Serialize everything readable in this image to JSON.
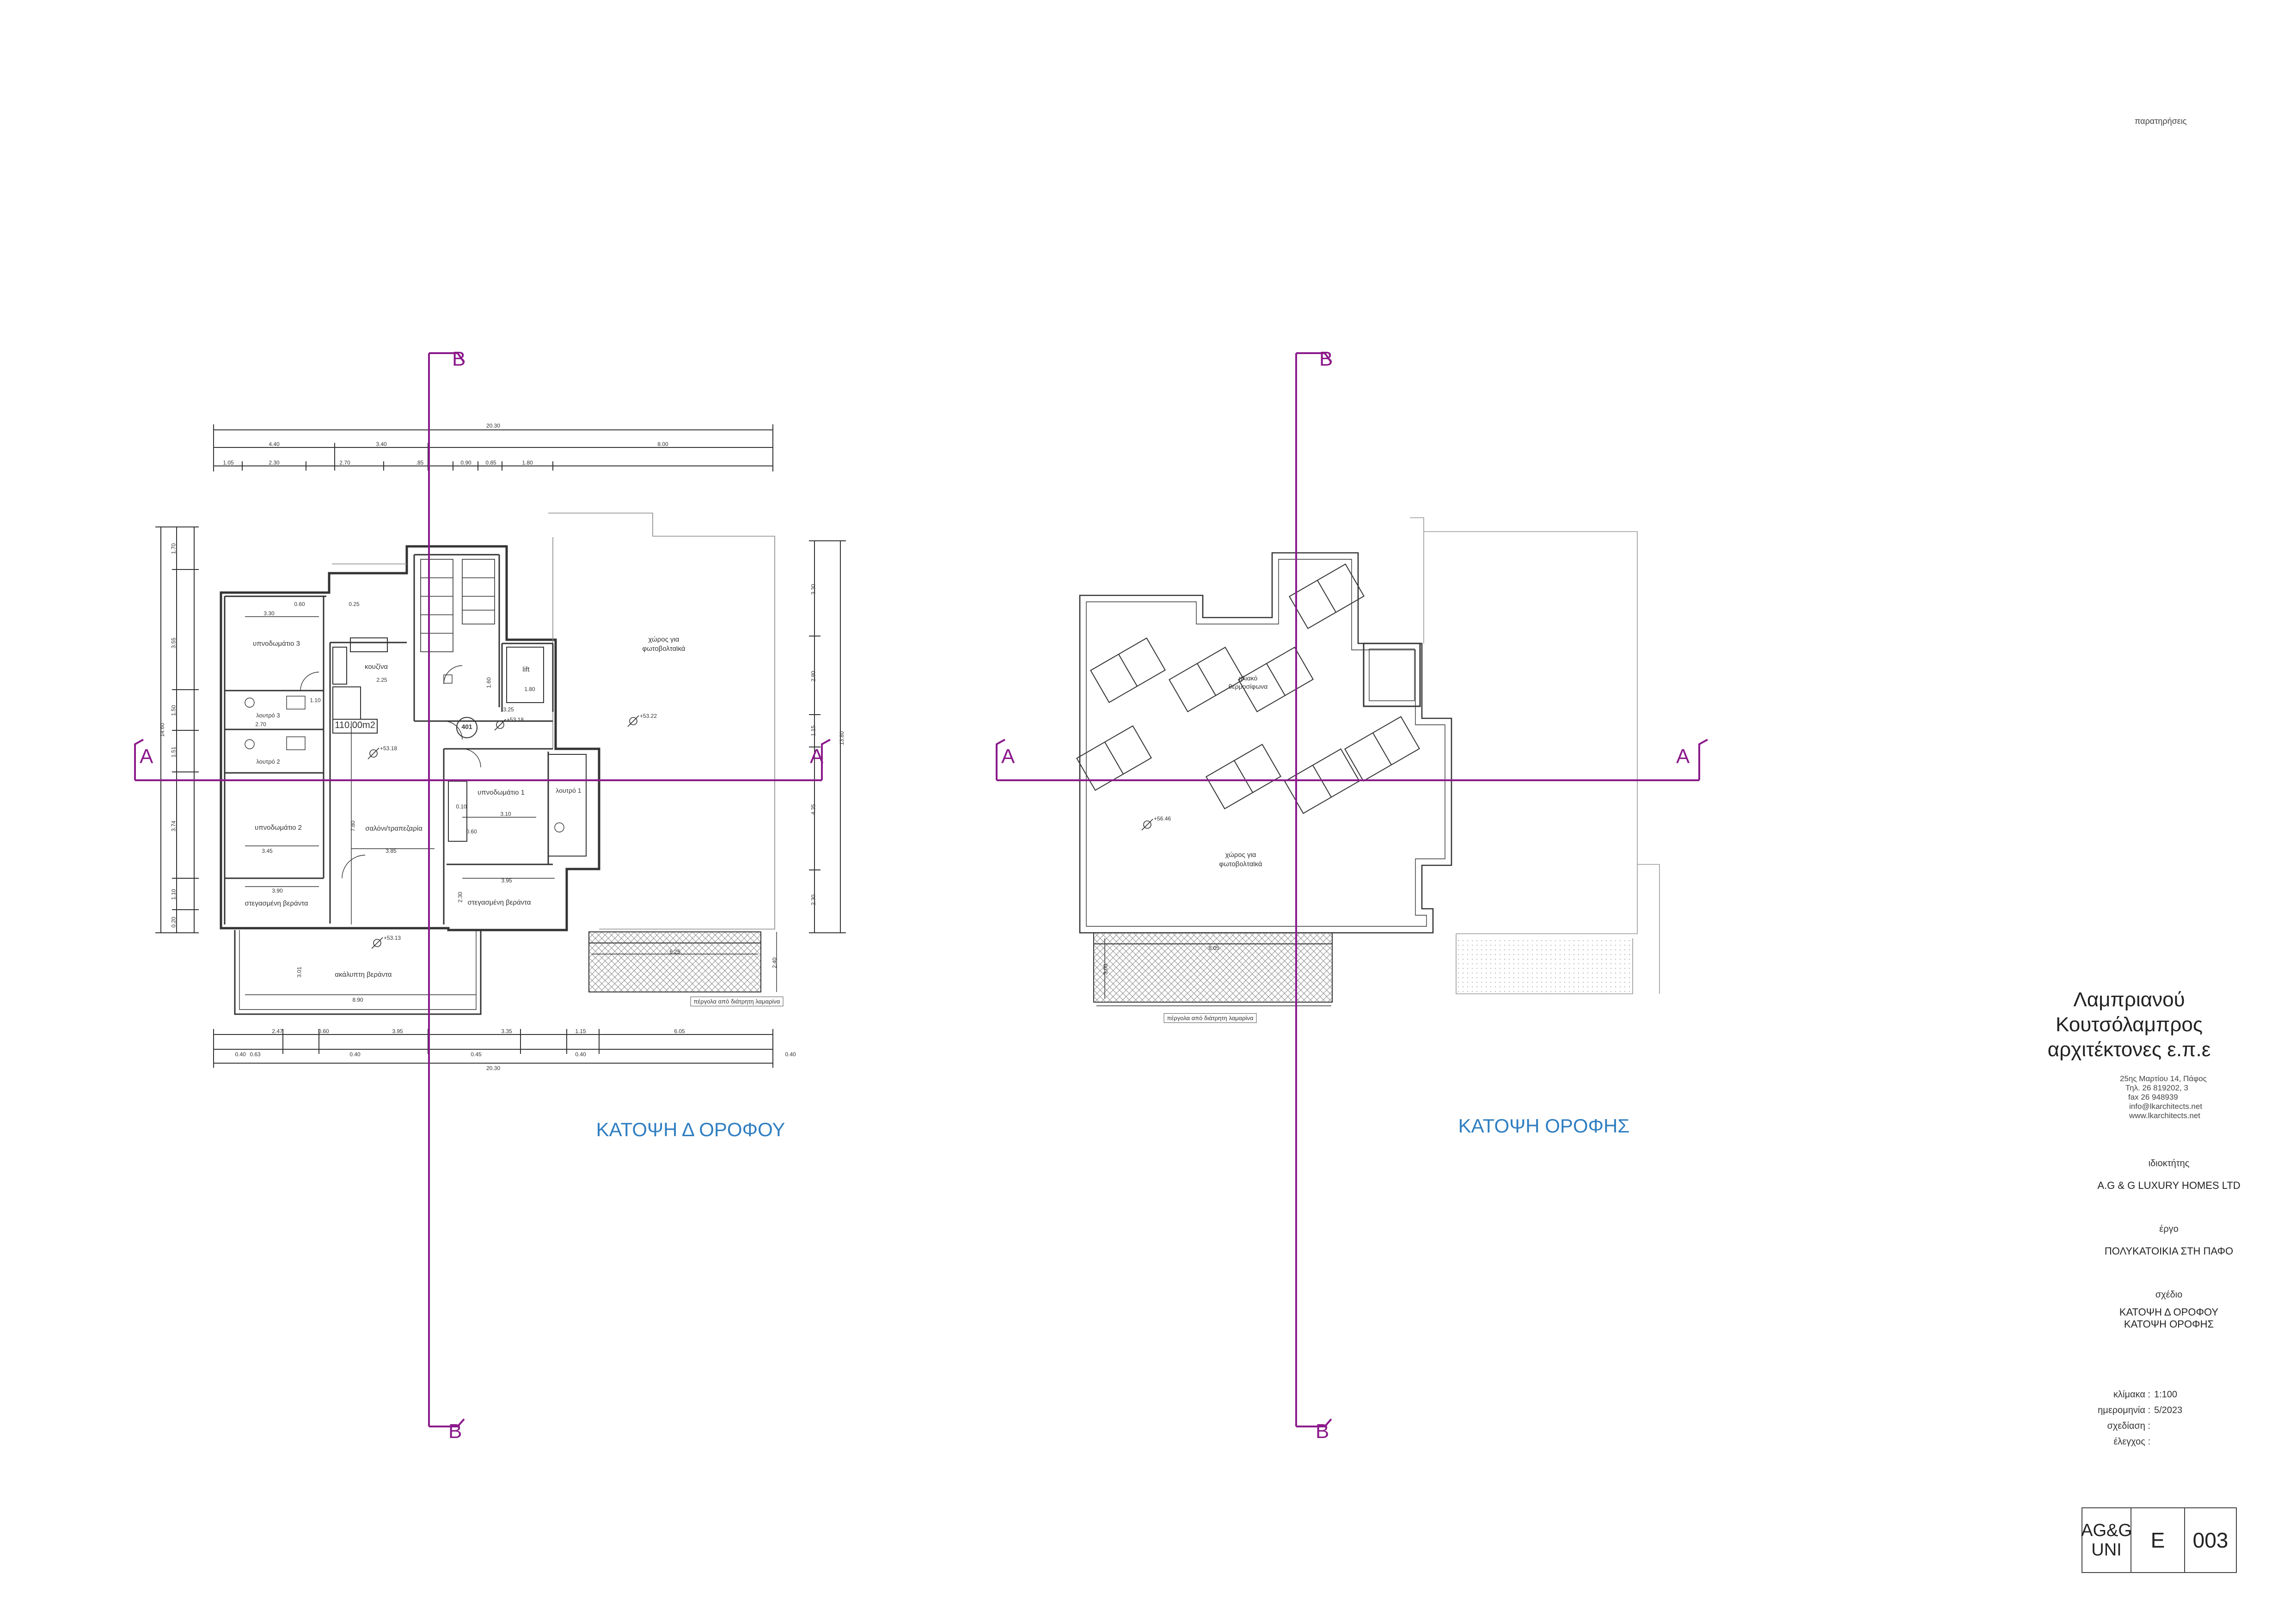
{
  "notes_label": "παρατηρήσεις",
  "plans": {
    "left_title": "ΚΑΤΟΨΗ Δ ΟΡΟΦΟΥ",
    "right_title": "ΚΑΤΟΨΗ ΟΡΟΦΗΣ"
  },
  "section_marks": {
    "a": "A",
    "b": "B"
  },
  "left_rooms": {
    "bedroom3": "υπνοδωμάτιο 3",
    "kitchen": "κουζίνα",
    "wc3": "λουτρό 3",
    "wc2": "λουτρό 2",
    "area": "110.00m2",
    "bedroom2": "υπνοδωμάτιο 2",
    "living": "σαλόνι/τραπεζαρία",
    "veranda_covered_left": "στεγασμένη βεράντα",
    "veranda_open": "ακάλυπτη βεράντα",
    "lift": "lift",
    "flat_no": "401",
    "bedroom1": "υπνοδωμάτιο 1",
    "wc1": "λουτρό 1",
    "veranda_covered_right": "στεγασμένη βεράντα",
    "pv_area": "χώρος για φωτοβολταϊκά",
    "pergola": "πέργολα από διάτρητη λαμαρίνα",
    "level1": "+53.18",
    "level2": "+53.18",
    "level3": "+53.22",
    "level4": "+53.13"
  },
  "left_dims": {
    "total_top": "20.30",
    "top_a": "4.40",
    "top_b": "3.40",
    "top_c": "8.00",
    "top_d": "1.05",
    "top_e": "2.30",
    "top_f": "2.70",
    "top_g": ".85",
    "top_h": "0.90",
    "top_i": "0.85",
    "top_j": "1.80",
    "total_bottom": "20.30",
    "bot_a": "2.47",
    "bot_b": "0.60",
    "bot_c": "3.95",
    "bot_d": "3.35",
    "bot_e": "1.15",
    "bot_f": "6.05",
    "bot_g": "0.40",
    "bot_h": "0.63",
    "bot_i": "0.40",
    "bot_j": "0.45",
    "bot_k": "0.40",
    "bot_l": "0.40",
    "left_total": "14.60",
    "right_total": "13.80",
    "r_a": "3.30",
    "r_b": "2.80",
    "r_c": "1.15",
    "r_d": "4.35",
    "r_e": "2.30",
    "l_a": "1.70",
    "l_b": "3.55",
    "l_c": "1.50",
    "l_d": "1.51",
    "l_e": "3.74",
    "l_f": "1.10",
    "l_g": "0.20",
    "veranda_w": "8.90",
    "veranda_h": "3.01",
    "pergola_w": "6.25",
    "pergola_h": "2.40",
    "in_a": "3.30",
    "in_b": "0.60",
    "in_c": "0.25",
    "in_d": "2.25",
    "in_e": "1.10",
    "in_f": "2.70",
    "in_g": "3.25",
    "in_h": "3.10",
    "in_i": "3.45",
    "in_j": "3.85",
    "in_k": "3.90",
    "in_l": "3.95",
    "in_m": "1.80",
    "in_n": "1.60",
    "in_o": "0.60",
    "in_p": "0.10",
    "in_q": "2.30",
    "in_r": "7.80"
  },
  "right_rooms": {
    "solar": "ηλιακό θερμοσίφωνα",
    "pv_area": "χώρος για φωτοβολταϊκά",
    "level": "+56.46",
    "pergola": "πέργολα από διάτρητη λαμαρίνα",
    "dim_w": "8.05",
    "dim_h": "3.00"
  },
  "title_block": {
    "firm_line1": "Λαμπριανού",
    "firm_line2": "Κουτσόλαμπρος",
    "firm_line3": "αρχιτέκτονες ε.π.ε",
    "addr1": "25ης Μαρτίου 14, Πάφος",
    "addr2": "Τηλ. 26 819202, 3",
    "addr3": "fax 26 948939",
    "addr4": "info@lkarchitects.net",
    "addr5": "www.lkarchitects.net",
    "owner_label": "ιδιοκτήτης",
    "owner": "A.G & G LUXURY HOMES LTD",
    "project_label": "έργο",
    "project": "ΠΟΛΥΚΑΤΟΙΚΙΑ ΣΤΗ ΠΑΦΟ",
    "drawing_label": "σχέδιο",
    "drawing1": "ΚΑΤΟΨΗ Δ ΟΡΟΦΟΥ",
    "drawing2": "ΚΑΤΟΨΗ ΟΡΟΦΗΣ",
    "scale_label": "κλίμακα :",
    "scale": "1:100",
    "date_label": "ημερομηνία :",
    "date": "5/2023",
    "design_label": "σχεδίαση :",
    "check_label": "έλεγχος :",
    "code1_line1": "AG&G",
    "code1_line2": "UNI",
    "code2": "E",
    "code3": "003"
  },
  "colors": {
    "section": "#8b1a8b",
    "title": "#2f7ec1",
    "line": "#333333"
  }
}
